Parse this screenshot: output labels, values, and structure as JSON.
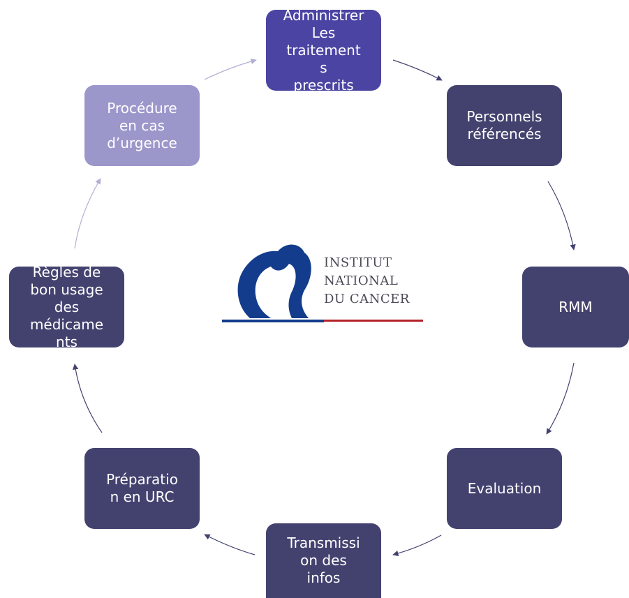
{
  "colors": {
    "dark": "#43426f",
    "blue": "#4b44a3",
    "light": "#9b97cb",
    "logo_blue": "#143c8c",
    "logo_red": "#b5222a",
    "arrow": "#43426f",
    "arrow_light": "#b0afd3"
  },
  "nodes": {
    "administrer": "Administrer\nLes\ntraitement\ns\nprescrits",
    "personnels": "Personnels\nréférencés",
    "rmm": "RMM",
    "evaluation": "Evaluation",
    "transmission": "Transmissi\non des\ninfos",
    "preparation": "Préparatio\nn en URC",
    "regles": "Règles de\nbon usage\ndes\nmédicame\nnts",
    "procedure": "Procédure\nen cas\nd’urgence"
  },
  "logo": {
    "line1": "INSTITUT",
    "line2": "NATIONAL",
    "line3": "DU CANCER"
  }
}
